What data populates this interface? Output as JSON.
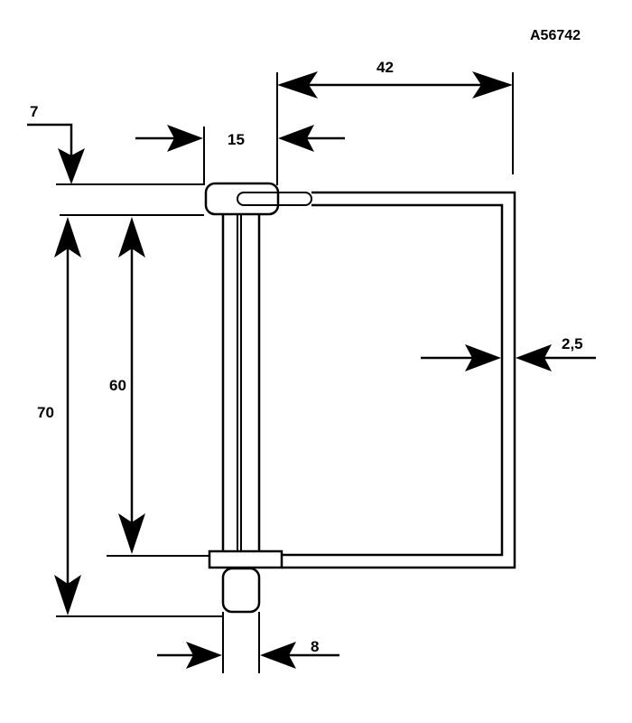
{
  "part_number": "A56742",
  "dimensions": {
    "top_offset": "7",
    "head_gap": "15",
    "width": "42",
    "wire_thickness": "2,5",
    "inner_length": "60",
    "overall_length": "70",
    "pin_diameter": "8"
  }
}
